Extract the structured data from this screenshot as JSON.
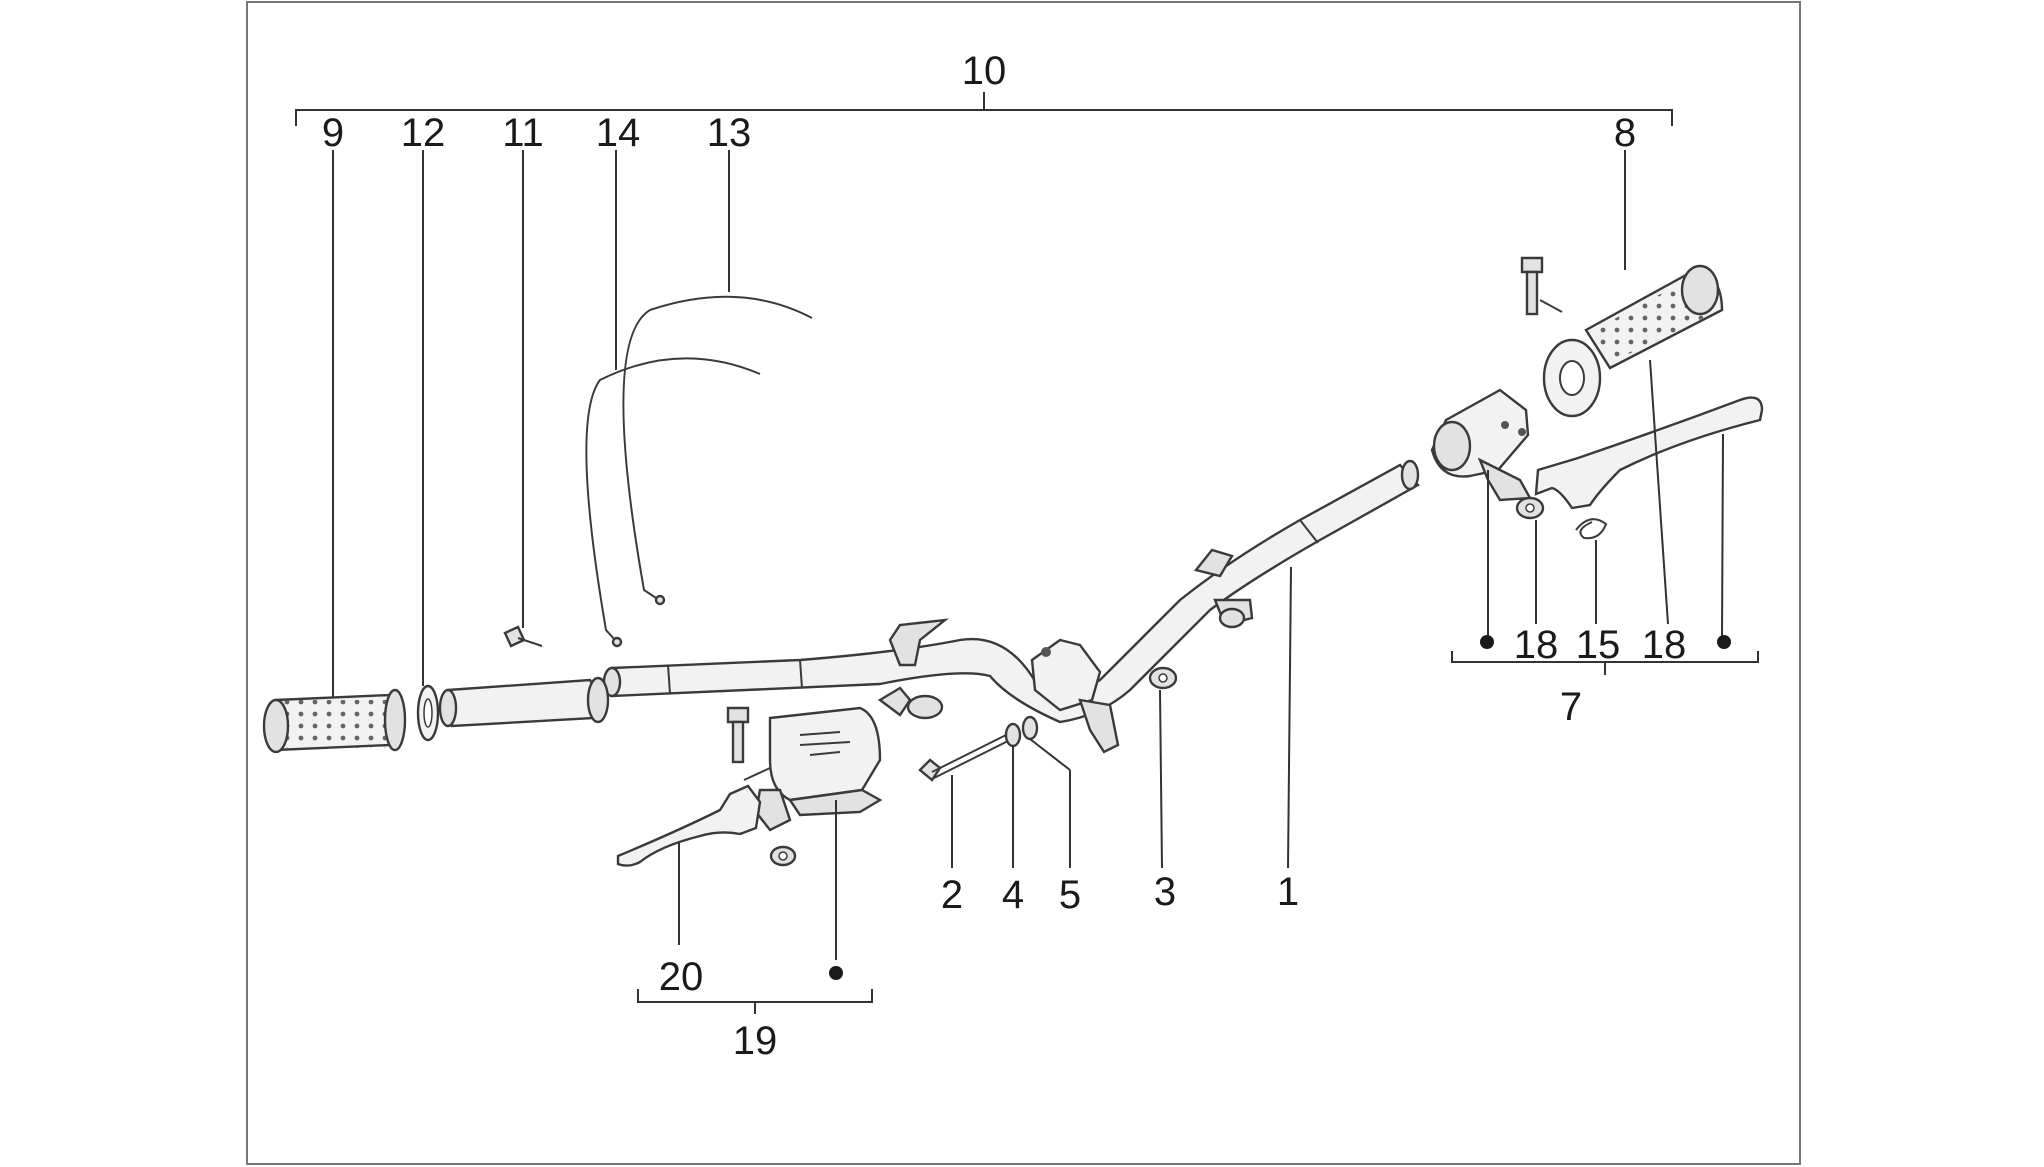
{
  "callouts": {
    "c10": "10",
    "c9": "9",
    "c12": "12",
    "c11": "11",
    "c14": "14",
    "c13": "13",
    "c8": "8",
    "c18a": "18",
    "c15": "15",
    "c18b": "18",
    "c7": "7",
    "c2": "2",
    "c4": "4",
    "c5": "5",
    "c3": "3",
    "c1": "1",
    "c20": "20",
    "c19": "19"
  }
}
